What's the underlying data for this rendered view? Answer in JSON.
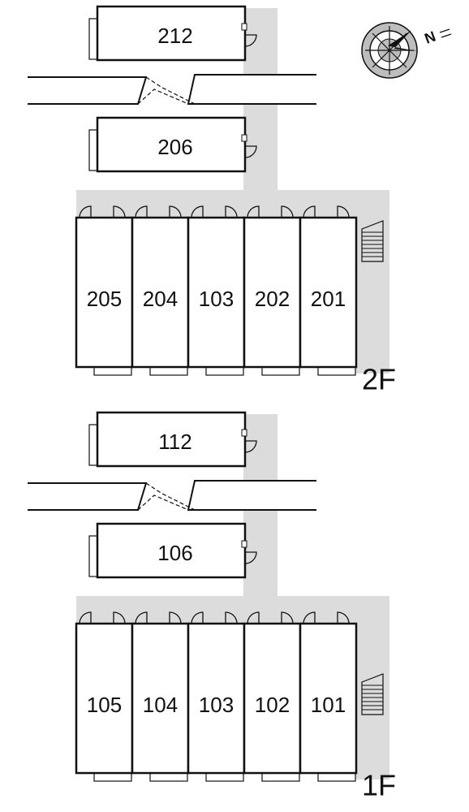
{
  "floors": [
    {
      "label": "2F",
      "upper_units": [
        "212",
        "206"
      ],
      "row_units": [
        "205",
        "204",
        "103",
        "202",
        "201"
      ]
    },
    {
      "label": "1F",
      "upper_units": [
        "112",
        "106"
      ],
      "row_units": [
        "105",
        "104",
        "103",
        "102",
        "101"
      ]
    }
  ],
  "compass": {
    "north_letter": "N"
  },
  "colors": {
    "corridor": "#dcdcdc",
    "line": "#111111"
  }
}
